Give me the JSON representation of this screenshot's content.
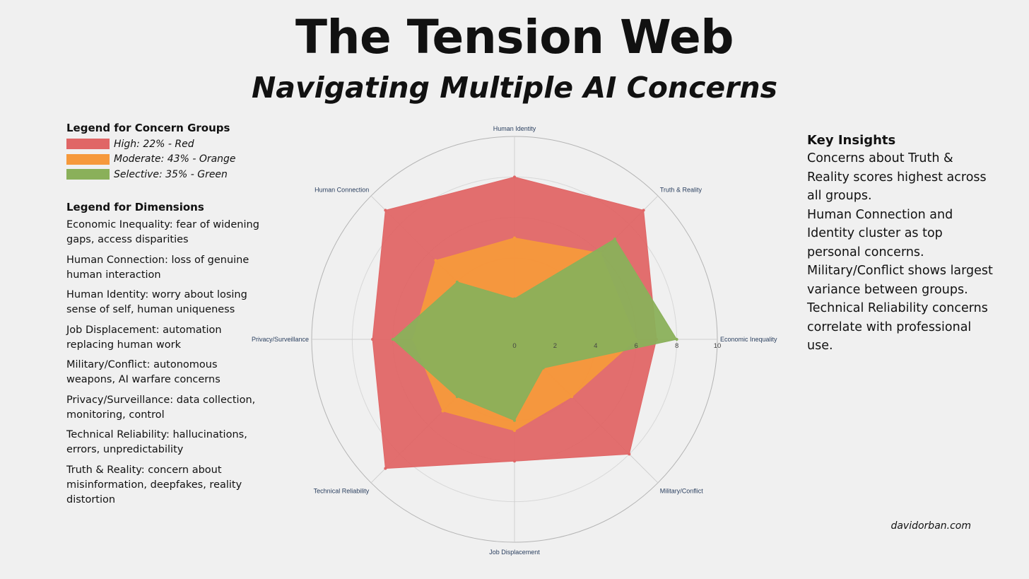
{
  "title": "The Tension Web",
  "subtitle": "Navigating Multiple AI Concerns",
  "legend_groups": {
    "heading": "Legend for Concern Groups",
    "items": [
      {
        "label": "High: 22% - Red",
        "color": "#e06666"
      },
      {
        "label": "Moderate: 43% - Orange",
        "color": "#f6993b"
      },
      {
        "label": "Selective: 35% - Green",
        "color": "#8ab05a"
      }
    ]
  },
  "legend_dimensions": {
    "heading": "Legend for Dimensions",
    "items": [
      "Economic Inequality: fear of widening gaps, access disparities",
      "Human Connection: loss of genuine human interaction",
      "Human Identity: worry about losing sense of self, human uniqueness",
      "Job Displacement: automation replacing human work",
      "Military/Conflict: autonomous weapons, AI warfare concerns",
      "Privacy/Surveillance: data collection, monitoring, control",
      "Technical Reliability: hallucinations, errors, unpredictability",
      "Truth & Reality: concern about misinformation, deepfakes, reality distortion"
    ]
  },
  "insights": {
    "title": "Key Insights",
    "items": [
      "Concerns about Truth & Reality scores highest across all groups.",
      "Human Connection and Identity cluster as top personal concerns.",
      "Military/Conflict shows largest variance between groups.",
      "Technical Reliability concerns correlate with professional use."
    ]
  },
  "credit": "davidorban.com",
  "chart_data": {
    "type": "radar",
    "axes": [
      "Economic Inequality",
      "Military/Conflict",
      "Job Displacement",
      "Technical Reliability",
      "Privacy/Surveillance",
      "Human Connection",
      "Human Identity",
      "Truth & Reality"
    ],
    "range": [
      0,
      10
    ],
    "ticks": [
      0,
      2,
      4,
      6,
      8,
      10
    ],
    "series": [
      {
        "name": "High: 22% - Red",
        "color": "#e06666",
        "values": [
          7,
          8,
          6,
          9,
          7,
          9,
          8,
          9
        ]
      },
      {
        "name": "Moderate: 43% - Orange",
        "color": "#f6993b",
        "values": [
          6,
          4,
          4.5,
          5,
          5,
          5.5,
          5,
          6
        ]
      },
      {
        "name": "Selective: 35% - Green",
        "color": "#8ab05a",
        "values": [
          8,
          2,
          4,
          4,
          6,
          4,
          2,
          7
        ]
      }
    ]
  }
}
